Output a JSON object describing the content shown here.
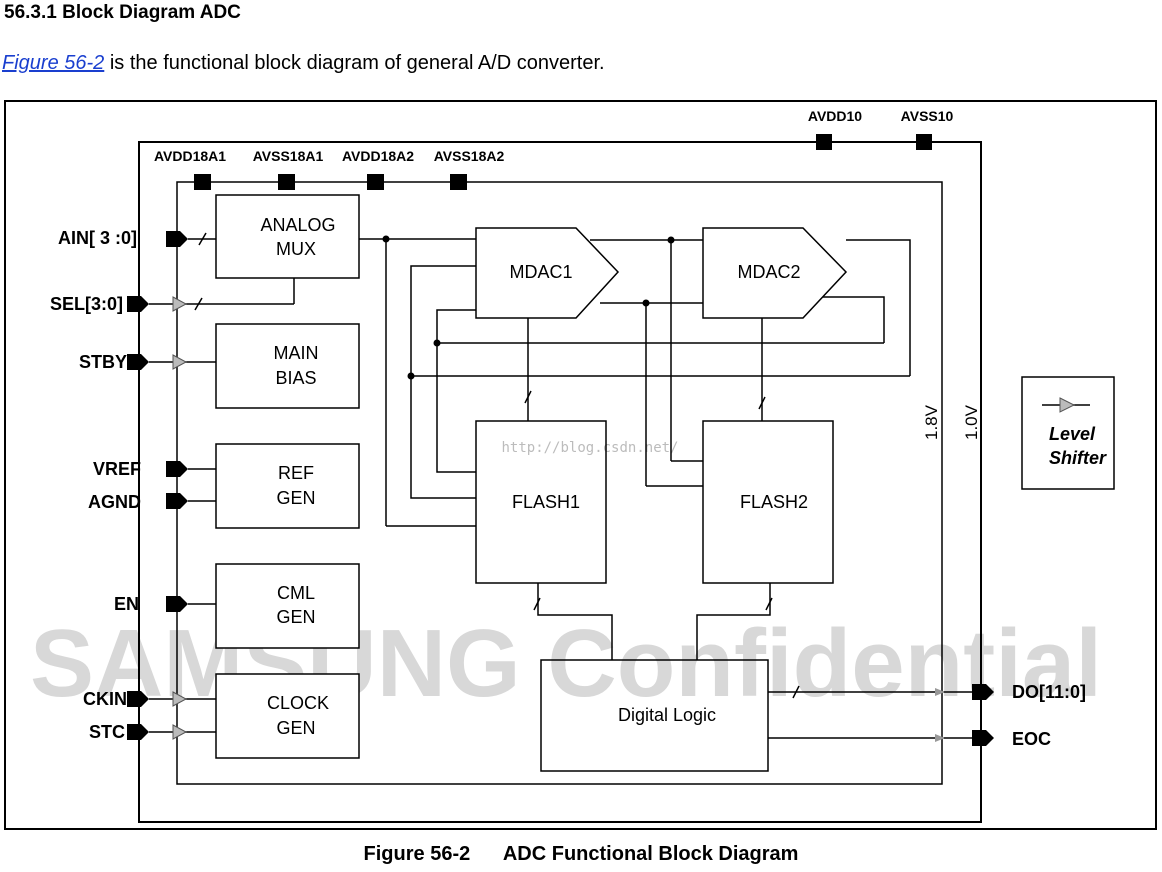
{
  "document": {
    "section_title": "56.3.1 Block Diagram ADC",
    "intro_link": "Figure 56-2",
    "intro_text": " is the functional block diagram of general A/D converter.",
    "caption_number": "Figure 56-2",
    "caption_title": "ADC Functional Block Diagram"
  },
  "diagram": {
    "top_pins": [
      "AVDD10",
      "AVSS10"
    ],
    "inner_pins": [
      "AVDD18A1",
      "AVSS18A1",
      "AVDD18A2",
      "AVSS18A2"
    ],
    "left_pins": [
      "AIN[ 3 :0]",
      "SEL[3:0]",
      "STBY",
      "VREF",
      "AGND",
      "EN",
      "CKIN",
      "STC"
    ],
    "right_pins": [
      "DO[11:0]",
      "EOC"
    ],
    "blocks": {
      "analog_mux": [
        "ANALOG",
        "MUX"
      ],
      "main_bias": [
        "MAIN",
        "BIAS"
      ],
      "ref_gen": [
        "REF",
        "GEN"
      ],
      "cml_gen": [
        "CML",
        "GEN"
      ],
      "clock_gen": [
        "CLOCK",
        "GEN"
      ],
      "mdac1": "MDAC1",
      "mdac2": "MDAC2",
      "flash1": "FLASH1",
      "flash2": "FLASH2",
      "digital_logic": "Digital Logic"
    },
    "voltage_labels": [
      "1.8V",
      "1.0V"
    ],
    "legend": [
      "Level",
      "Shifter"
    ],
    "watermark_url": "http://blog.csdn.net/",
    "watermark_text": "SAMSUNG Confidential"
  }
}
